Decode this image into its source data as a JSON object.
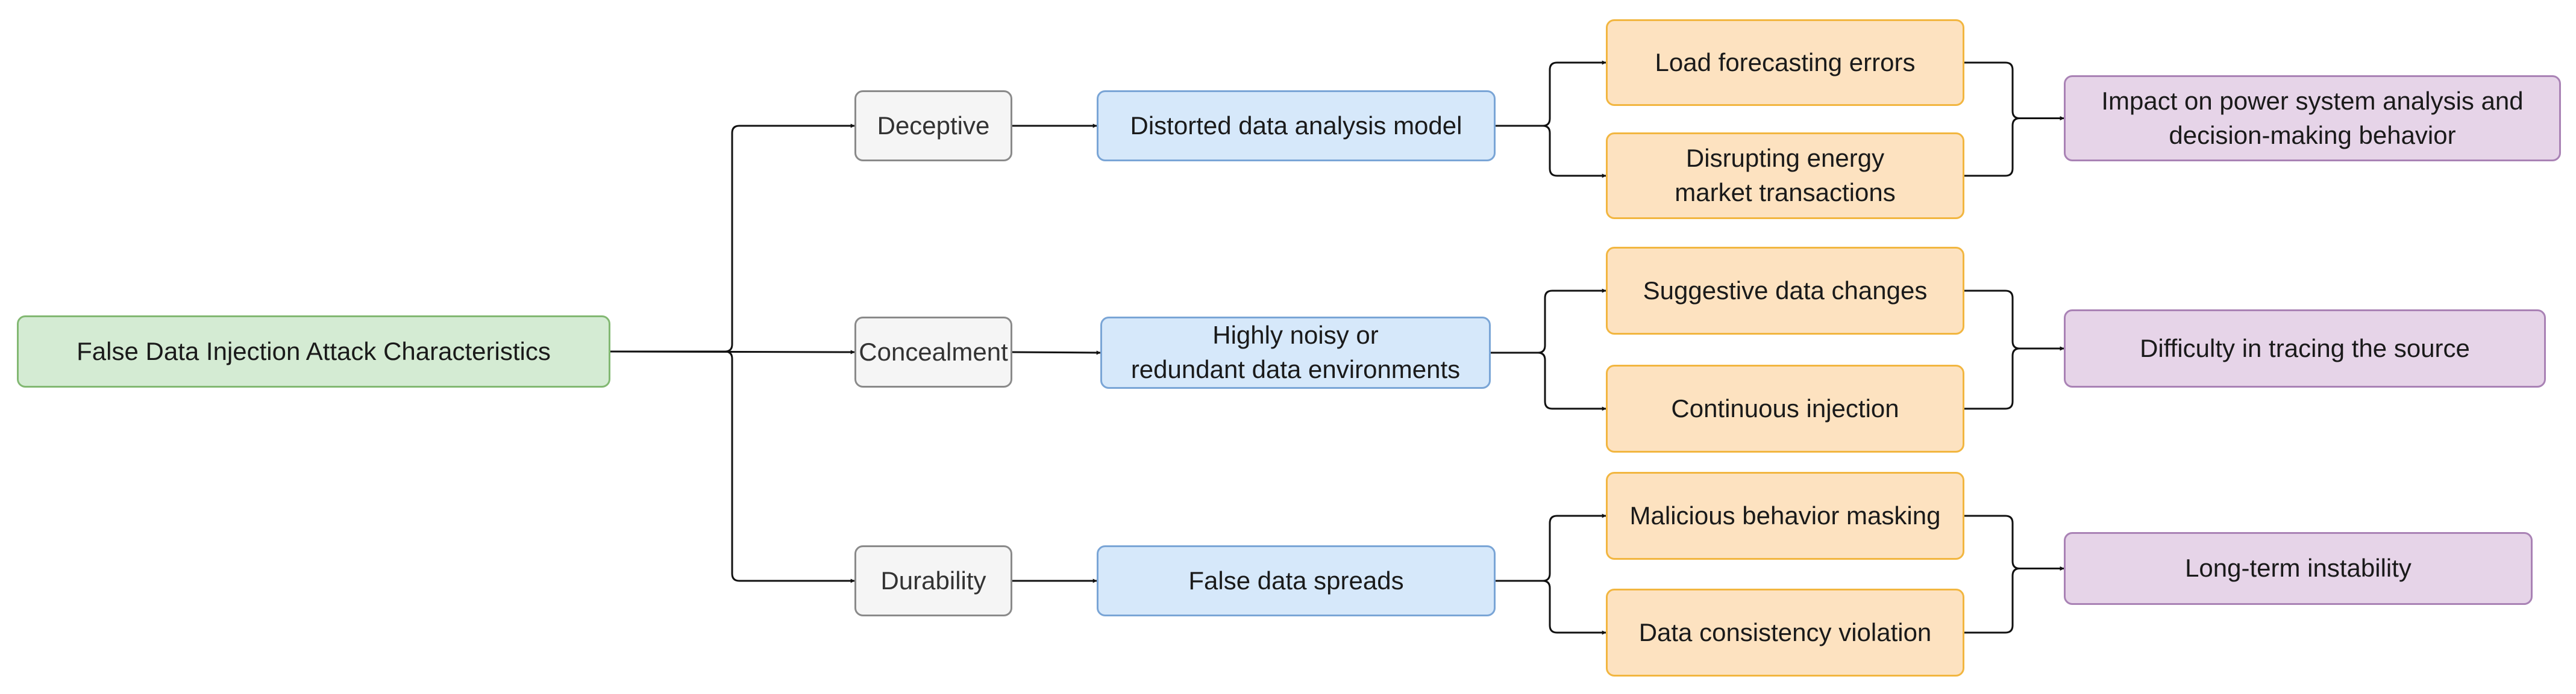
{
  "root": {
    "label": "False Data Injection Attack Characteristics"
  },
  "branches": [
    {
      "trait": "Deceptive",
      "mechanism": "Distorted data analysis model",
      "effects": [
        "Load forecasting errors",
        "Disrupting energy\nmarket transactions"
      ],
      "outcome": "Impact on power system analysis and\ndecision-making behavior"
    },
    {
      "trait": "Concealment",
      "mechanism": "Highly noisy or\nredundant data environments",
      "effects": [
        "Suggestive data changes",
        "Continuous injection"
      ],
      "outcome": "Difficulty in tracing the source"
    },
    {
      "trait": "Durability",
      "mechanism": "False data spreads",
      "effects": [
        "Malicious behavior masking",
        "Data consistency violation"
      ],
      "outcome": "Long-term instability"
    }
  ],
  "colors": {
    "root_fill": "#d4ebd3",
    "trait_fill": "#f5f5f5",
    "mechanism_fill": "#d6e8fa",
    "effect_fill": "#fde2c0",
    "outcome_fill": "#e6d4e8",
    "connector": "#111111"
  }
}
